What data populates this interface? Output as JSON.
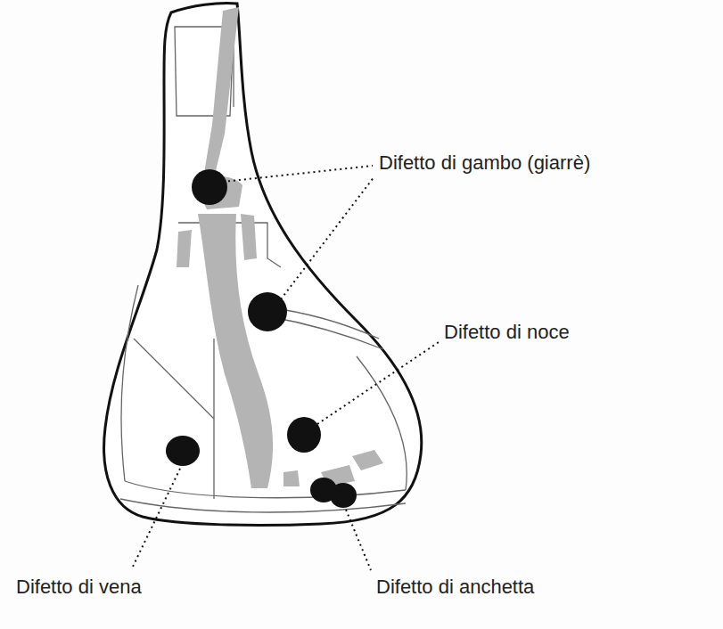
{
  "diagram": {
    "labels": [
      "Difetto di gambo (giarrè)",
      "Difetto di noce",
      "Difetto di vena",
      "Difetto di anchetta"
    ]
  }
}
